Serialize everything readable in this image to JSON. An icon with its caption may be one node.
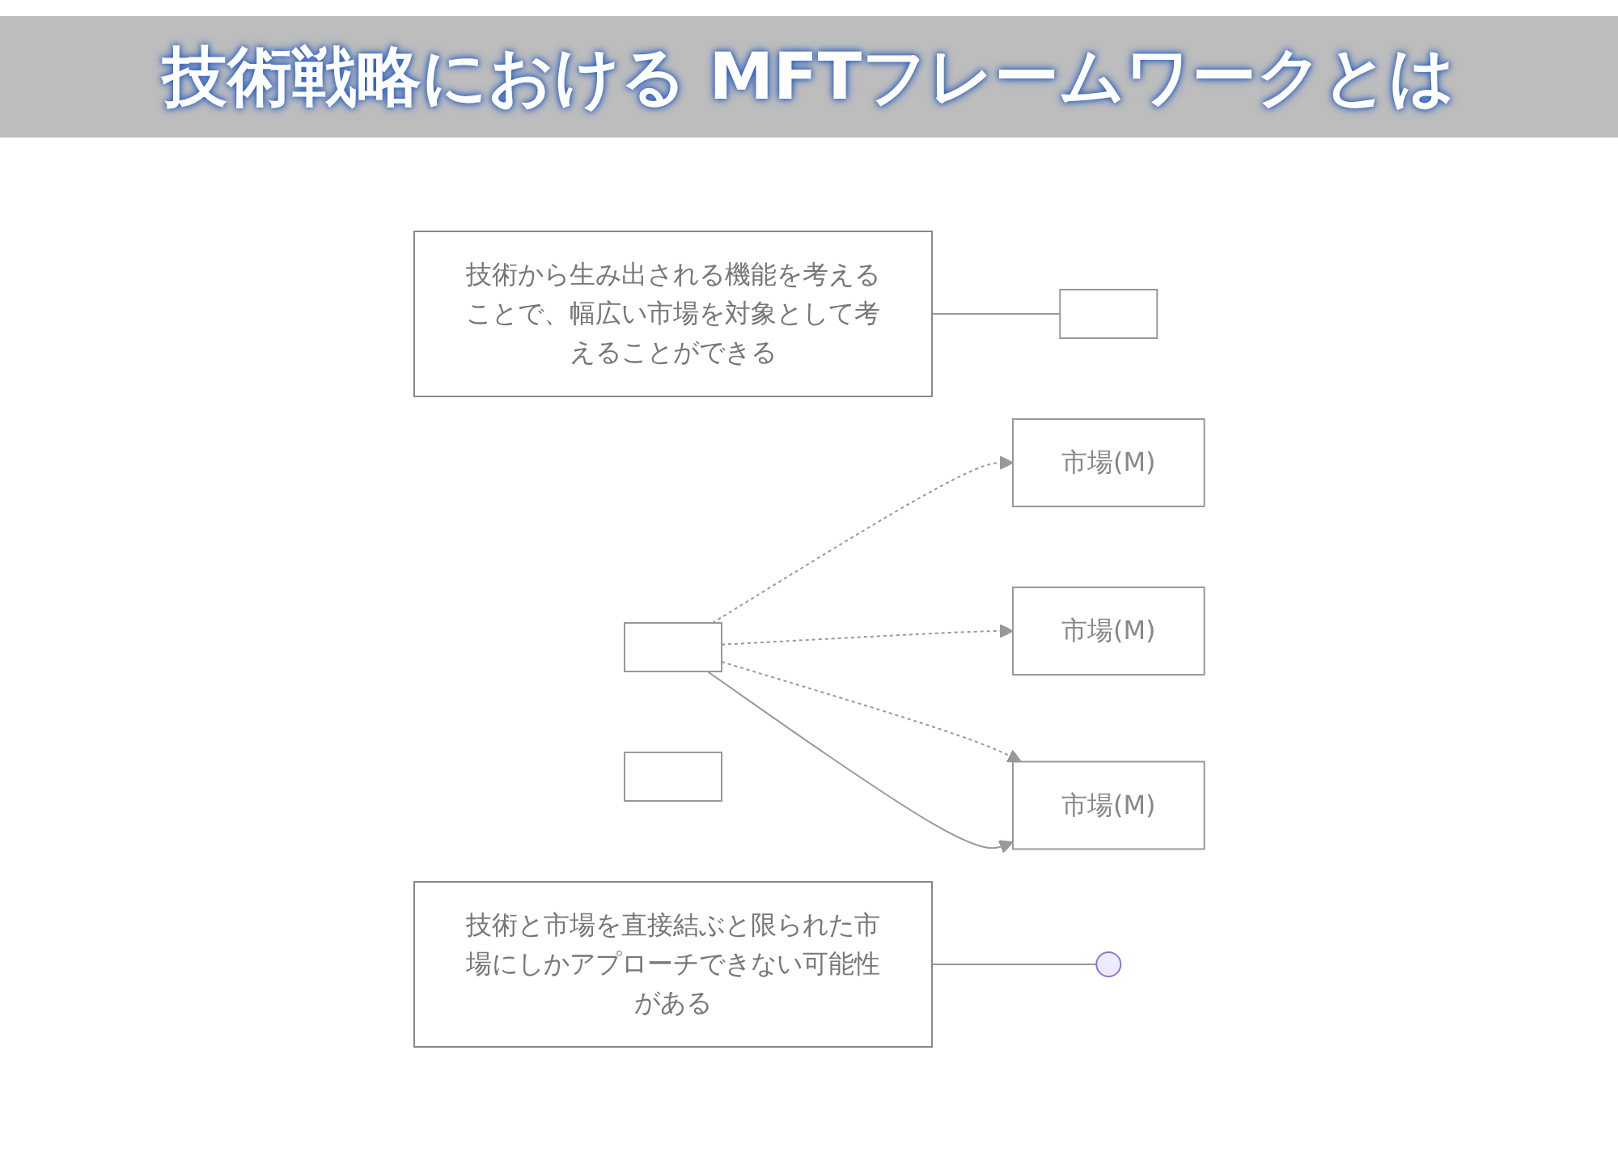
{
  "diagram": {
    "title": "技術戦略における MFTフレームワークとは",
    "nodes": [
      {
        "text": [
          "技術から生み出される機能を考えることで、幅広い市場を対象として考えることができる"
        ]
      },
      {
        "text": [],
        "shape": "box"
      },
      {
        "text": [],
        "shape": "box"
      },
      {
        "text": [
          "市場(M)"
        ]
      },
      {
        "text": [],
        "shape": "box"
      },
      {
        "text": [
          "市場(M)"
        ]
      },
      {
        "text": [
          "市場(M)"
        ]
      },
      {
        "text": [
          "技術と市場を直接結ぶと限られた市場にしかアプローチできない可能性がある"
        ]
      }
    ],
    "edges": [
      {
        "from": 0,
        "to": 2,
        "arrow": "none"
      },
      {
        "from": 1,
        "to": 3,
        "arrow": "to",
        "style": "dashed"
      },
      {
        "from": 1,
        "to": 5,
        "arrow": "to",
        "style": "dashed"
      },
      {
        "from": 1,
        "to": 6,
        "arrow": "to",
        "style": "dashed"
      },
      {
        "from": 1,
        "to": 6,
        "arrow": "to"
      },
      {
        "from": 7,
        "to": null,
        "arrow": "none"
      }
    ]
  }
}
